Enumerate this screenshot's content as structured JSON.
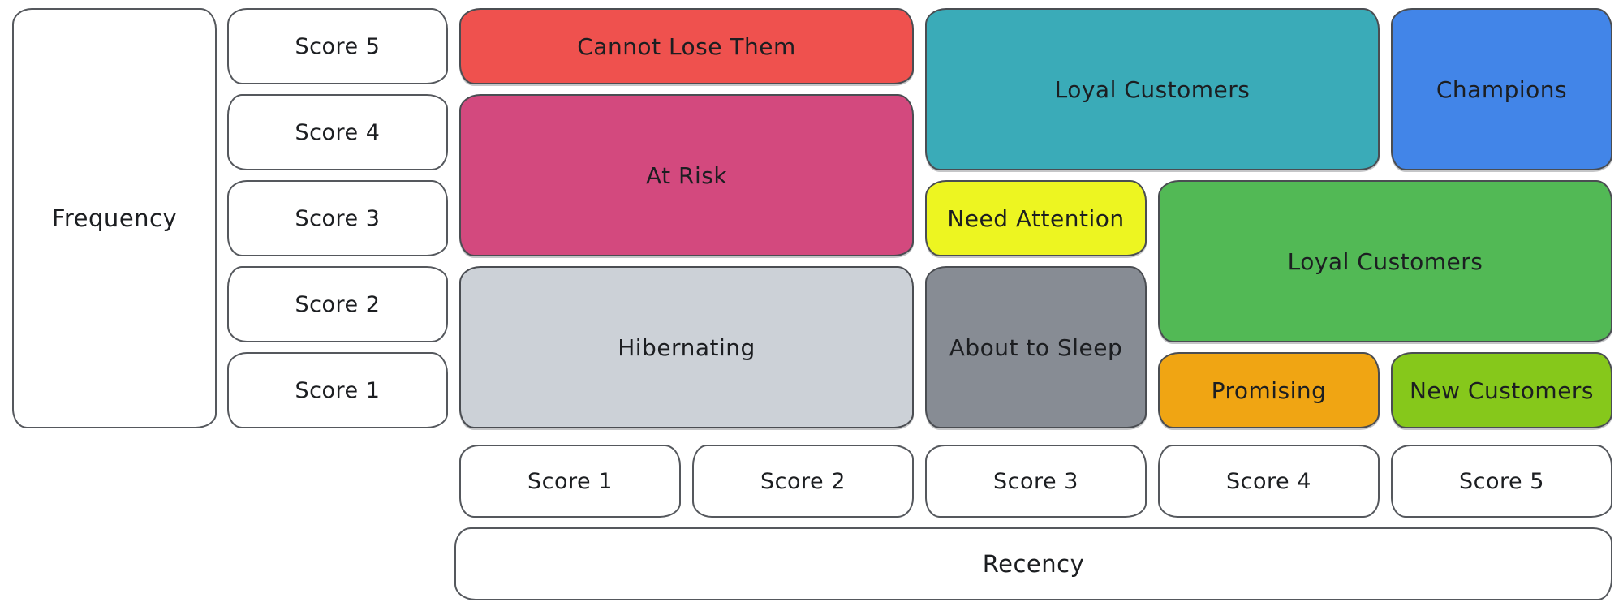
{
  "diagram_type": "rfm-segmentation-matrix",
  "axes": {
    "frequency_label": "Frequency",
    "recency_label": "Recency",
    "frequency_scores": [
      "Score 5",
      "Score 4",
      "Score 3",
      "Score 2",
      "Score 1"
    ],
    "recency_scores": [
      "Score 1",
      "Score 2",
      "Score 3",
      "Score 4",
      "Score 5"
    ]
  },
  "segments": [
    {
      "label": "Cannot Lose Them",
      "color": "#ef514e",
      "recency_span": "1-2",
      "frequency_span": "5"
    },
    {
      "label": "At Risk",
      "color": "#d3497e",
      "recency_span": "1-2",
      "frequency_span": "3-4"
    },
    {
      "label": "Hibernating",
      "color": "#ccd1d7",
      "recency_span": "1-2",
      "frequency_span": "1-2"
    },
    {
      "label": "Loyal Customers",
      "color": "#3aabb8",
      "recency_span": "3-4",
      "frequency_span": "4-5"
    },
    {
      "label": "Champions",
      "color": "#4285e8",
      "recency_span": "5",
      "frequency_span": "4-5"
    },
    {
      "label": "Need Attention",
      "color": "#edf521",
      "recency_span": "3",
      "frequency_span": "3"
    },
    {
      "label": "Loyal Customers",
      "color": "#52b955",
      "recency_span": "4-5",
      "frequency_span": "2-3"
    },
    {
      "label": "About to Sleep",
      "color": "#878c94",
      "recency_span": "3",
      "frequency_span": "1-2"
    },
    {
      "label": "Promising",
      "color": "#f0a513",
      "recency_span": "4",
      "frequency_span": "1"
    },
    {
      "label": "New Customers",
      "color": "#86c81b",
      "recency_span": "5",
      "frequency_span": "1"
    }
  ]
}
